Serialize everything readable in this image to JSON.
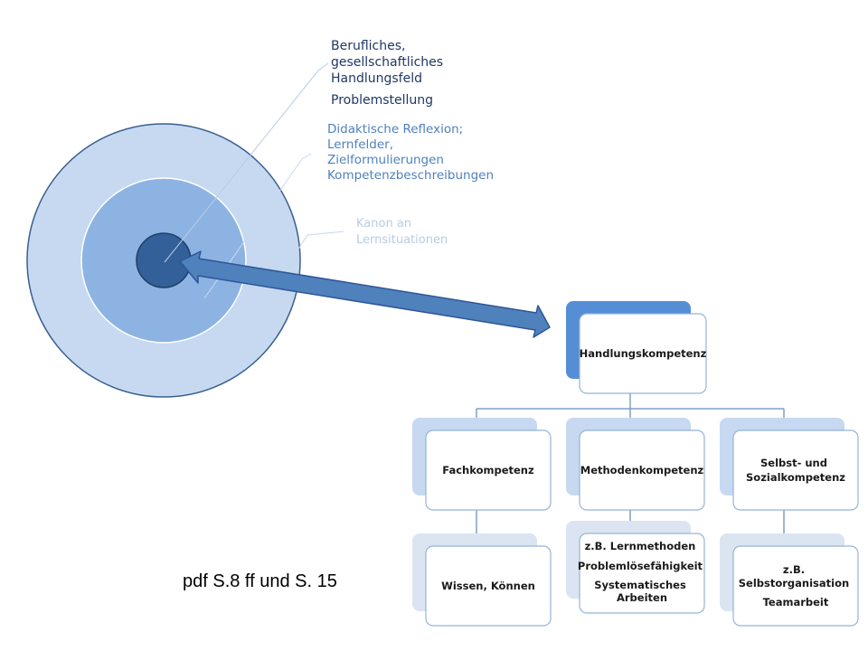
{
  "rings": {
    "outer_label": "Kanon an Lernsituationen",
    "middle_label": [
      "Didaktische Reflexion;",
      "Lernfelder,",
      "Zielformulierungen",
      "Kompetenzbeschreibungen"
    ],
    "inner_label": [
      "Berufliches,",
      "gesellschaftliches",
      "Handlungsfeld"
    ],
    "inner_label_2": "Problemstellung"
  },
  "hierarchy": {
    "root": "Handlungskompetenz",
    "branches": [
      {
        "title": [
          "Fachkompetenz"
        ],
        "detail": [
          "Wissen, Können"
        ]
      },
      {
        "title": [
          "Methodenkompetenz"
        ],
        "detail": [
          "z.B. Lernmethoden",
          "Problemlösefähigkeit",
          "Systematisches",
          "Arbeiten"
        ]
      },
      {
        "title": [
          "Selbst- und",
          "Sozialkompetenz"
        ],
        "detail": [
          "z.B.",
          "Selbstorganisation",
          "Teamarbeit"
        ]
      }
    ]
  },
  "footer": "pdf S.8 ff und S. 15",
  "colors": {
    "outer_ring": "#c6d9f1",
    "middle_ring": "#8db3e2",
    "inner_ring": "#336099",
    "ring_border": "#3a5f8f",
    "arrow": "#4f81bd",
    "text_dark_blue": "#1f3864",
    "text_blue": "#4f81bd",
    "text_light_blue": "#b8cce4",
    "root_back": "#558ed5",
    "branch_back": "#c6d9f1",
    "detail_back": "#dbe5f1"
  }
}
